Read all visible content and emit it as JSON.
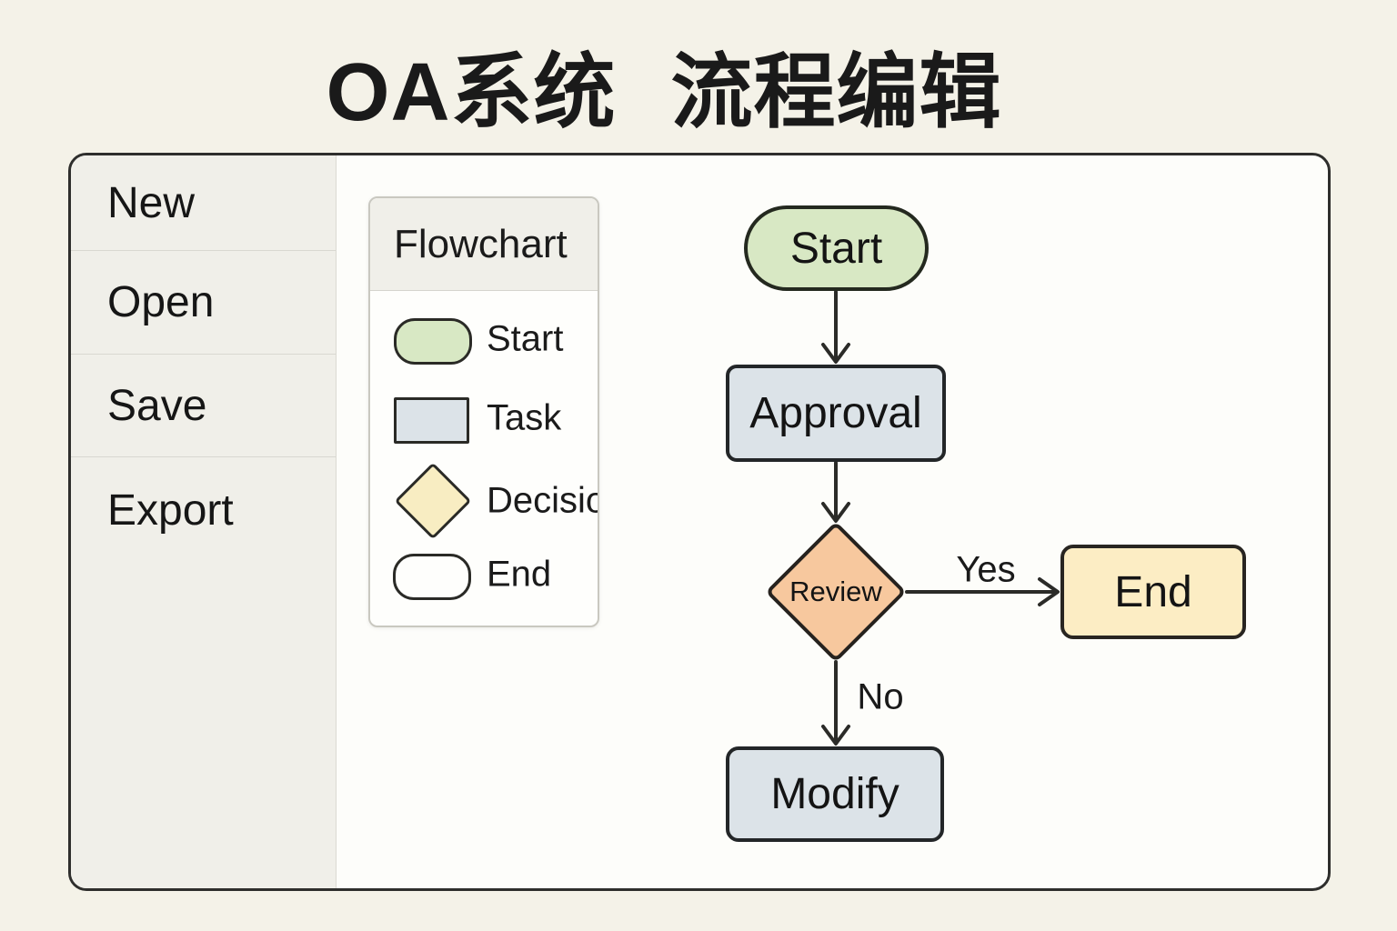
{
  "page": {
    "title": "OA系统 流程编辑"
  },
  "sidebar": {
    "items": [
      {
        "label": "New"
      },
      {
        "label": "Open"
      },
      {
        "label": "Save"
      },
      {
        "label": "Export"
      }
    ]
  },
  "palette": {
    "header": "Flowchart",
    "items": [
      {
        "label": "Start",
        "shape": "rounded-pill",
        "color": "#d8e8c4"
      },
      {
        "label": "Task",
        "shape": "rectangle",
        "color": "#dce3e8"
      },
      {
        "label": "Decisio",
        "shape": "diamond",
        "color": "#f8edc2"
      },
      {
        "label": "End",
        "shape": "rounded-pill",
        "color": "#fefefc"
      }
    ]
  },
  "canvas": {
    "nodes": [
      {
        "label": "Start",
        "type": "start",
        "color": "#d8e8c4"
      },
      {
        "label": "Approval",
        "type": "task",
        "color": "#dce3e8"
      },
      {
        "label": "Review",
        "type": "decision",
        "color": "#f7c89e"
      },
      {
        "label": "End",
        "type": "end",
        "color": "#fcedc4"
      },
      {
        "label": "Modify",
        "type": "task",
        "color": "#dce3e8"
      }
    ],
    "edges": [
      {
        "from": "Start",
        "to": "Approval",
        "label": ""
      },
      {
        "from": "Approval",
        "to": "Review",
        "label": ""
      },
      {
        "from": "Review",
        "to": "End",
        "label": "Yes"
      },
      {
        "from": "Review",
        "to": "Modify",
        "label": "No"
      }
    ]
  },
  "colors": {
    "page_background": "#f4f2e8",
    "window_background": "#fdfdfa",
    "sidebar_background": "#f0efe9",
    "outline": "#2e2e2c",
    "arrow": "#2b2b28"
  }
}
